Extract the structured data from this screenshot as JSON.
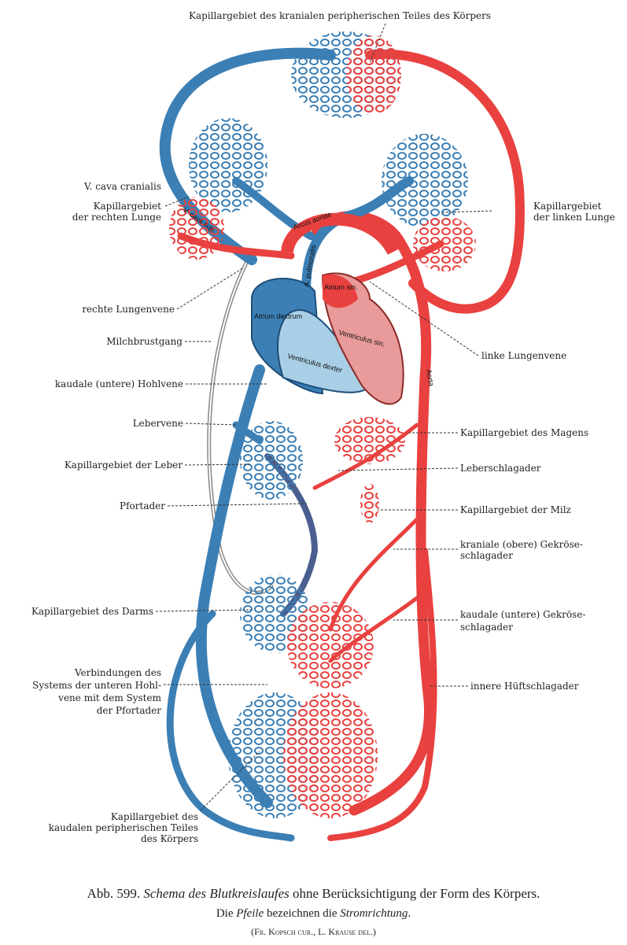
{
  "colors": {
    "vein": "#3b7fb5",
    "vein_dark": "#2a5f8f",
    "artery": "#e8413f",
    "artery_dark": "#b8302c",
    "heart_right": "#a9cfe6",
    "heart_left": "#e99a9a",
    "lymph": "#999999"
  },
  "labels_left": {
    "top": "Kapillargebiet des kranialen peripherischen Teiles des Körpers",
    "v_cava_cranialis": "V. cava cranialis",
    "right_lung_1": "Kapillargebiet",
    "right_lung_2": "der rechten Lunge",
    "right_pulm_vein": "rechte Lungenvene",
    "thoracic_duct": "Milchbrustgang",
    "ivc": "kaudale (untere) Hohlvene",
    "hepatic_vein": "Lebervene",
    "liver": "Kapillargebiet der Leber",
    "portal_vein": "Pfortader",
    "intestine": "Kapillargebiet des Darms",
    "conn_1": "Verbindungen des",
    "conn_2": "Systems der unteren Hohl-",
    "conn_3": "vene mit dem System",
    "conn_4": "der Pfortader",
    "caudal_1": "Kapillargebiet des",
    "caudal_2": "kaudalen peripherischen Teiles",
    "caudal_3": "des Körpers"
  },
  "labels_right": {
    "left_lung_1": "Kapillargebiet",
    "left_lung_2": "der linken Lunge",
    "left_pulm_vein": "linke Lungenvene",
    "stomach": "Kapillargebiet des Magens",
    "hepatic_artery": "Leberschlagader",
    "spleen": "Kapillargebiet der Milz",
    "sma_1": "kraniale (obere) Gekröse-",
    "sma_2": "schlagader",
    "ima_1": "kaudale (untere) Gekröse-",
    "ima_2": "schlagader",
    "iliac": "innere Hüftschlagader"
  },
  "inner_labels": {
    "v_cava_sup": "V. cava sup.",
    "arcus": "Arcus aortae",
    "a_pulm": "A. pulmonalis",
    "atrium_dextrum": "Atrium dextrum",
    "atrium_sin": "Atrium sin.",
    "ventr_sin": "Ventriculus sin.",
    "ventr_dexter": "Ventriculus dexter",
    "aorta": "Aorta"
  },
  "caption": {
    "fig": "Abb. 599.",
    "title_italic": "Schema des Blutkreislaufes",
    "title_rest": "ohne Berücksichtigung der Form des Körpers.",
    "l2_a": "Die",
    "l2_b": "Pfeile",
    "l2_c": "bezeichnen die",
    "l2_d": "Stromrichtung",
    "l2_e": ".",
    "credit": "(Fr. Kopsch cur., L. Krause del.)"
  }
}
